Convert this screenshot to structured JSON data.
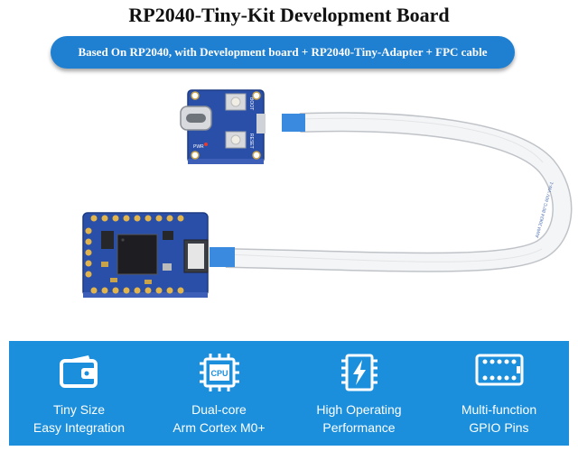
{
  "header": {
    "title": "RP2040-Tiny-Kit Development Board",
    "subtitle": "Based On RP2040, with  Development board + RP2040-Tiny-Adapter + FPC cable"
  },
  "adapter_board": {
    "label_boot": "BOOT",
    "label_reset": "RESET",
    "label_pwr": "PWR"
  },
  "fpc_cable": {
    "marking": "AWM 20624 80°C 60V VW-1"
  },
  "features": [
    {
      "icon": "wallet-icon",
      "line1": "Tiny Size",
      "line2": "Easy Integration"
    },
    {
      "icon": "cpu-icon",
      "icon_text": "CPU",
      "line1": "Dual-core",
      "line2": "Arm Cortex M0+"
    },
    {
      "icon": "lightning-chip-icon",
      "line1": "High Operating",
      "line2": "Performance"
    },
    {
      "icon": "gpio-pins-icon",
      "line1": "Multi-function",
      "line2": "GPIO Pins"
    }
  ],
  "colors": {
    "pill": "#1f7fd0",
    "band": "#1b8fdc",
    "pcb": "#2a4fa8"
  }
}
